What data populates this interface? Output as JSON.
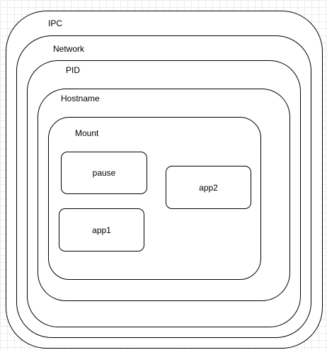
{
  "namespaces": {
    "ipc": "IPC",
    "network": "Network",
    "pid": "PID",
    "hostname": "Hostname",
    "mount": "Mount"
  },
  "containers": {
    "pause": "pause",
    "app2": "app2",
    "app1": "app1"
  },
  "colors": {
    "stroke": "#000000",
    "fill": "#ffffff",
    "grid": "#ececec"
  }
}
